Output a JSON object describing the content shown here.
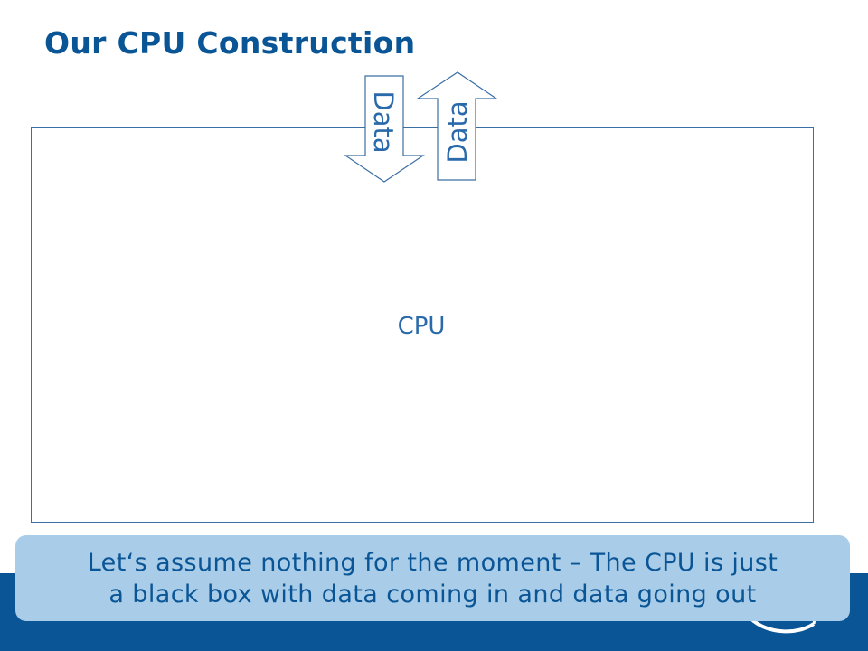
{
  "slide": {
    "title": "Our CPU Construction",
    "cpu_label": "CPU",
    "arrow_in_label": "Data",
    "arrow_out_label": "Data",
    "callout_line1": "Let‘s assume nothing for the moment – The CPU is just",
    "callout_line2": "a black box with data coming in and data going out"
  },
  "colors": {
    "title": "#0a5596",
    "footer_bar": "#0a5596",
    "callout_bg": "#a9cde8",
    "diagram_text": "#2a6aab",
    "outline": "#3a6fa3"
  }
}
